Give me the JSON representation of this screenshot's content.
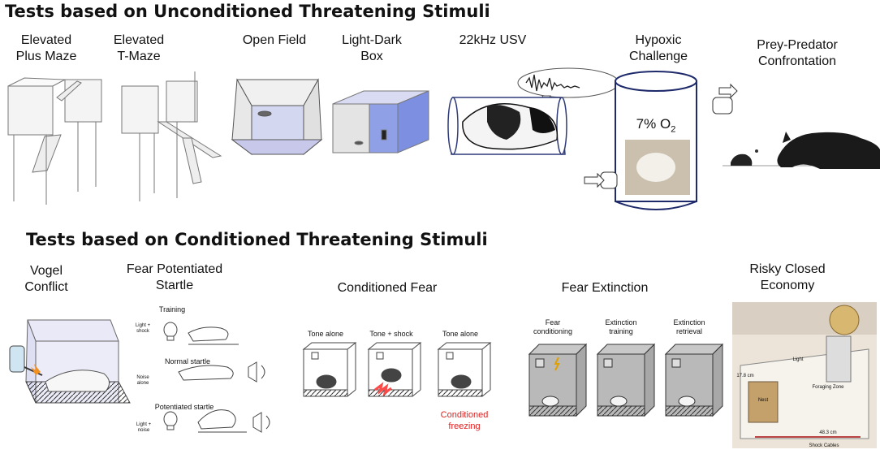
{
  "headings": {
    "unconditioned": "Tests  based on Unconditioned Threatening Stimuli",
    "conditioned": "Tests based on Conditioned Threatening Stimuli"
  },
  "unconditioned_tests": [
    {
      "line1": "Elevated",
      "line2": "Plus Maze"
    },
    {
      "line1": "Elevated",
      "line2": "T-Maze"
    },
    {
      "line1": "Open Field",
      "line2": ""
    },
    {
      "line1": "Light-Dark",
      "line2": "Box"
    },
    {
      "line1": "22kHz USV",
      "line2": ""
    },
    {
      "line1": "Hypoxic",
      "line2": "Challenge"
    },
    {
      "line1": "Prey-Predator",
      "line2": "Confrontation"
    }
  ],
  "hypoxia_label": {
    "base": "7% O",
    "sub": "2"
  },
  "conditioned_tests": [
    {
      "line1": "Vogel",
      "line2": "Conflict"
    },
    {
      "line1": "Fear Potentiated",
      "line2": "Startle"
    },
    {
      "line1": "Conditioned Fear",
      "line2": ""
    },
    {
      "line1": "Fear Extinction",
      "line2": ""
    },
    {
      "line1": "Risky Closed",
      "line2": "Economy"
    }
  ],
  "startle": {
    "training": "Training",
    "light_shock": [
      "Light +",
      "shock"
    ],
    "normal": "Normal startle",
    "noise_alone": [
      "Noise",
      "alone"
    ],
    "potentiated": "Potentiated startle",
    "light_noise": [
      "Light +",
      "noise"
    ]
  },
  "conditioned_fear": {
    "boxes": [
      "Tone alone",
      "Tone + shock",
      "Tone alone"
    ],
    "result": [
      "Conditioned",
      "freezing"
    ]
  },
  "fear_extinction": {
    "boxes": [
      [
        "Fear",
        "conditioning"
      ],
      [
        "Extinction",
        "training"
      ],
      [
        "Extinction",
        "retrieval"
      ]
    ]
  },
  "risky_economy": {
    "zone": "Foraging Zone",
    "nest": "Nest",
    "width": "48.3 cm",
    "height": "17.8 cm",
    "cables": "Shock Cables",
    "light": "Light"
  }
}
